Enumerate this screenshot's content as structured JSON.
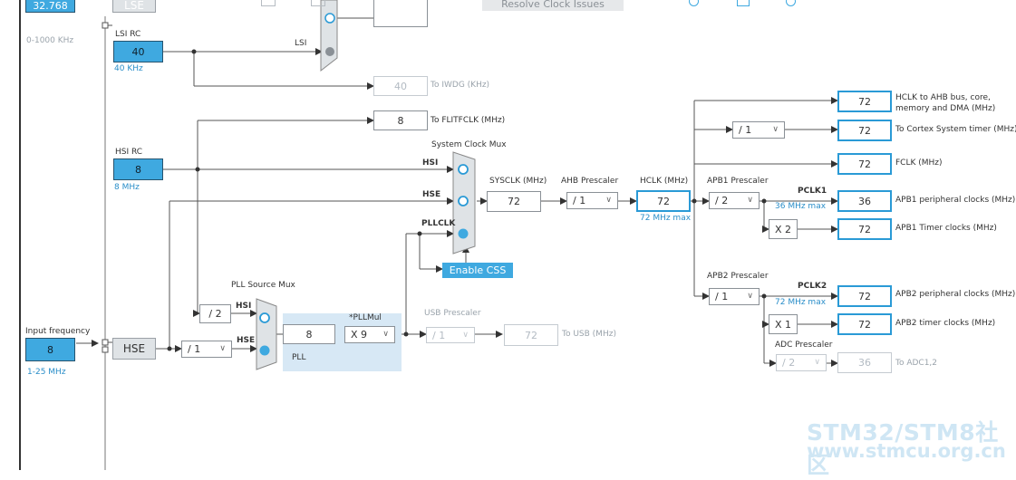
{
  "toolbar": {
    "resolve_label": "Resolve Clock Issues"
  },
  "top_left": {
    "lse_value_cut": "32.768",
    "lse_label_cut": "LSE",
    "range": "0-1000 KHz"
  },
  "lsi": {
    "title": "LSI RC",
    "value": "40",
    "sub": "40 KHz",
    "mux_label": "LSI"
  },
  "iwdg": {
    "value": "40",
    "label": "To IWDG (KHz)"
  },
  "flit": {
    "value": "8",
    "label": "To FLITFCLK (MHz)"
  },
  "hsi": {
    "title": "HSI RC",
    "value": "8",
    "sub": "8 MHz"
  },
  "sysmux": {
    "title": "System Clock Mux",
    "in_hsi": "HSI",
    "in_hse": "HSE",
    "in_pll": "PLLCLK",
    "css_label": "Enable CSS"
  },
  "sysclk": {
    "title": "SYSCLK (MHz)",
    "value": "72"
  },
  "ahb": {
    "title": "AHB Prescaler",
    "value": "/ 1"
  },
  "hclk": {
    "title": "HCLK (MHz)",
    "value": "72",
    "max": "72 MHz max"
  },
  "outputs": {
    "ahb_value": "72",
    "ahb_label_1": "HCLK to AHB bus, core,",
    "ahb_label_2": "memory and DMA (MHz)",
    "cortex_div": "/ 1",
    "cortex_value": "72",
    "cortex_label": "To Cortex System timer (MHz)",
    "fclk_value": "72",
    "fclk_label": "FCLK (MHz)"
  },
  "apb1": {
    "title": "APB1 Prescaler",
    "div": "/ 2",
    "pclk": "PCLK1",
    "max": "36 MHz max",
    "periph_value": "36",
    "periph_label": "APB1 peripheral clocks (MHz)",
    "timer_mult": "X 2",
    "timer_value": "72",
    "timer_label": "APB1 Timer clocks (MHz)"
  },
  "apb2": {
    "title": "APB2 Prescaler",
    "div": "/ 1",
    "pclk": "PCLK2",
    "max": "72 MHz max",
    "periph_value": "72",
    "periph_label": "APB2 peripheral clocks (MHz)",
    "timer_mult": "X 1",
    "timer_value": "72",
    "timer_label": "APB2 timer clocks (MHz)"
  },
  "adc": {
    "title": "ADC Prescaler",
    "div": "/ 2",
    "value": "36",
    "label": "To ADC1,2"
  },
  "pll": {
    "src_title": "PLL Source Mux",
    "hsi_div": "/ 2",
    "in_hsi": "HSI",
    "in_hse": "HSE",
    "hse_div": "/ 1",
    "input_value": "8",
    "mul_title": "*PLLMul",
    "mul": "X 9",
    "label": "PLL"
  },
  "usb": {
    "title": "USB Prescaler",
    "div": "/ 1",
    "value": "72",
    "label": "To USB (MHz)"
  },
  "hse": {
    "input_title": "Input frequency",
    "value": "8",
    "range": "1-25 MHz",
    "label": "HSE"
  },
  "watermark": {
    "line1": "STM32/STM8社区",
    "line2": "www.stmcu.org.cn"
  },
  "colors": {
    "accent": "#3fa9e0",
    "frame": "#2a9ad6",
    "pll_panel": "#d7e8f5"
  }
}
